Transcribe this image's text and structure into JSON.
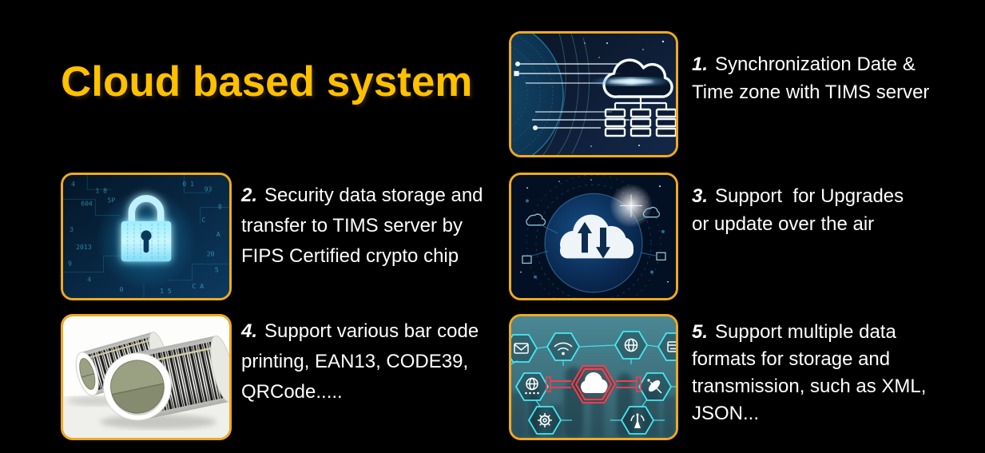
{
  "slide": {
    "title": "Cloud based system",
    "colors": {
      "background": "#000000",
      "title_text": "#FFC000",
      "card_border": "#EFAB1E",
      "body_text": "#FFFFFF"
    },
    "features": [
      {
        "number": "1.",
        "text": "Synchronization Date &\nTime zone with TIMS server",
        "image": "cloud-server-sync"
      },
      {
        "number": "2.",
        "text": "Security data storage and\ntransfer to TIMS server by\nFIPS Certified crypto chip",
        "image": "crypto-chip-lock"
      },
      {
        "number": "3.",
        "text": "Support  for Upgrades\nor update over the air",
        "image": "cloud-ota-update"
      },
      {
        "number": "4.",
        "text": "Support various bar code\nprinting, EAN13, CODE39,\nQRCode.....",
        "image": "barcode-label-rolls"
      },
      {
        "number": "5.",
        "text": "Support multiple data\nformats for storage and\ntransmission, such as XML,\nJSON...",
        "image": "iot-hex-network"
      }
    ]
  }
}
